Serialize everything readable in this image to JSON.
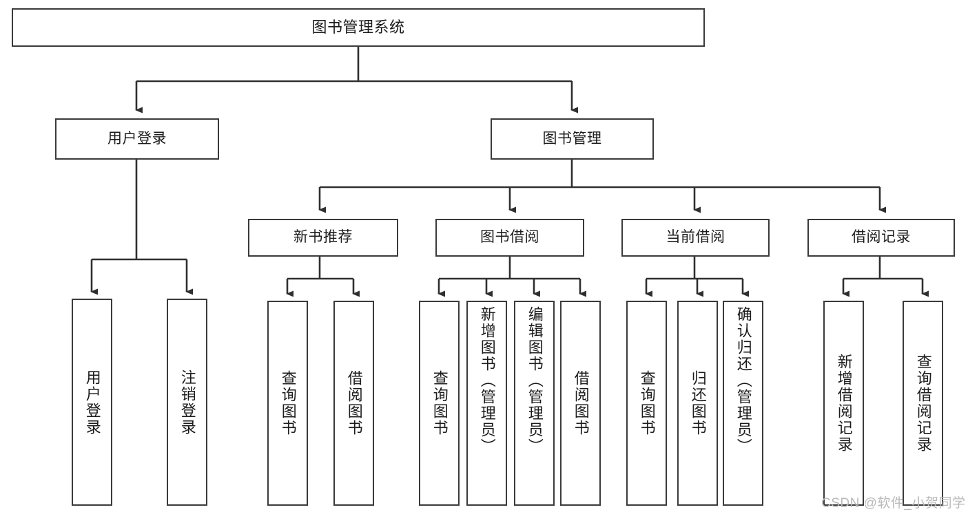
{
  "diagram": {
    "type": "tree",
    "title": "图书管理系统",
    "root": {
      "label": "图书管理系统"
    },
    "level2": [
      {
        "label": "用户登录"
      },
      {
        "label": "图书管理"
      }
    ],
    "level3": [
      {
        "label": "新书推荐"
      },
      {
        "label": "图书借阅"
      },
      {
        "label": "当前借阅"
      },
      {
        "label": "借阅记录"
      }
    ],
    "leaves": {
      "user_login": [
        {
          "label": "用户登录"
        },
        {
          "label": "注销登录"
        }
      ],
      "new_book": [
        {
          "label": "查询图书"
        },
        {
          "label": "借阅图书"
        }
      ],
      "book_borrow": [
        {
          "label": "查询图书"
        },
        {
          "label": "新增图书（管理员）"
        },
        {
          "label": "编辑图书（管理员）"
        },
        {
          "label": "借阅图书"
        }
      ],
      "current_borrow": [
        {
          "label": "查询图书"
        },
        {
          "label": "归还图书"
        },
        {
          "label": "确认归还（管理员）"
        }
      ],
      "borrow_record": [
        {
          "label": "新增借阅记录"
        },
        {
          "label": "查询借阅记录"
        }
      ]
    },
    "watermark": "CSDN @软件_小贺同学",
    "colors": {
      "stroke": "#3a3a3a",
      "fill": "#ffffff",
      "text": "#1c1c1c",
      "watermark": "#b9b9b9"
    }
  }
}
